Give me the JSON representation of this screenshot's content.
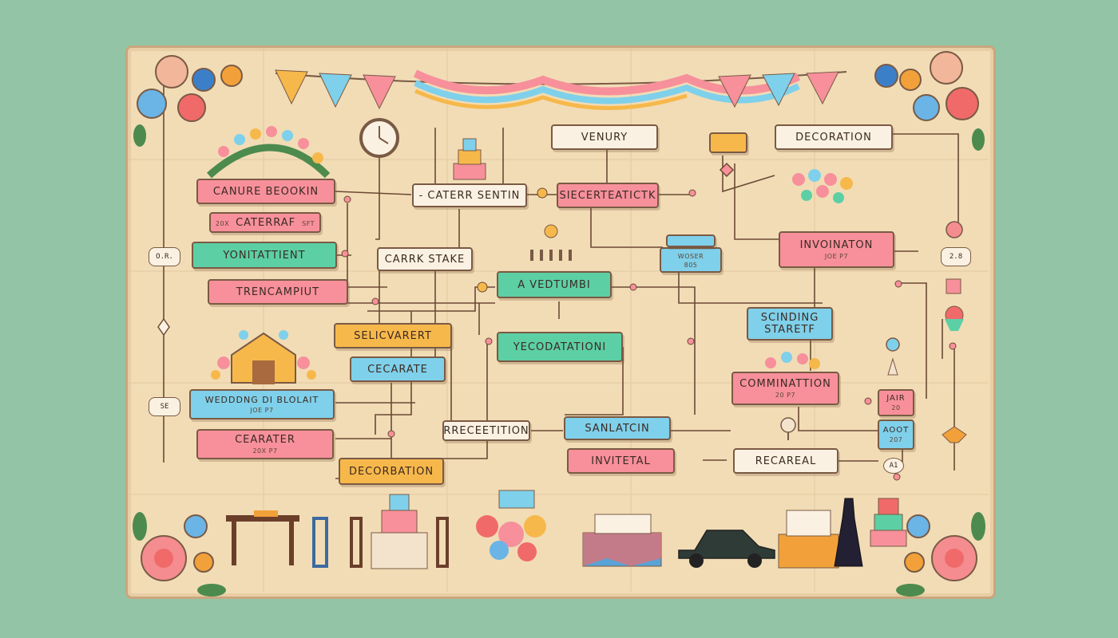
{
  "nodes": {
    "venue_top": {
      "label": "VENURY"
    },
    "decoration_top": {
      "label": "DECORATION"
    },
    "canure": {
      "label": "CANURE BEOOKIN"
    },
    "caterraf": {
      "label": "CATERRAF",
      "prefix": "20X",
      "suffix": "SFT"
    },
    "yonitatient": {
      "label": "YONITATTIENT"
    },
    "trencampiut": {
      "label": "TRENCAMPIUT"
    },
    "caterr_sentin": {
      "label": "- CATERR SENTIN"
    },
    "siecerteatickt": {
      "label": "SIECERTEATICTK"
    },
    "invoinaton": {
      "label": "INVOINATON",
      "sub": "JOE P7"
    },
    "carrk_stake": {
      "label": "CARRK STAKE"
    },
    "small_blue": {
      "label": "WOSER",
      "sub": "805"
    },
    "vedtumbi": {
      "label": "A VEDTUMBI"
    },
    "scinding": {
      "label": "SCINDING",
      "label2": "STARETF"
    },
    "selicvarert": {
      "label": "SELICVARERT"
    },
    "yecodatation": {
      "label": "YECODATATIONI"
    },
    "cecarate": {
      "label": "CECARATE"
    },
    "commination": {
      "label": "COMMINATTION",
      "sub": "20 P7"
    },
    "wedding": {
      "label": "WEDDDNG DI BLOLAIT",
      "sub": "JOE P7"
    },
    "jair": {
      "label": "JAIR",
      "sub": "20"
    },
    "caarater": {
      "label": "CEARATER",
      "sub": "20X P7"
    },
    "receetition": {
      "label": "RRECEETITION"
    },
    "sanlatcin": {
      "label": "SANLATCIN"
    },
    "aoot": {
      "label": "AOOT",
      "sub": "207"
    },
    "invitetal": {
      "label": "INVITETAL"
    },
    "recareal": {
      "label": "RECAREAL"
    },
    "decoration_bottom": {
      "label": "DECORBATION"
    }
  },
  "chips": {
    "left_top": "O.R.",
    "left_bottom": "SE",
    "right": "2.8",
    "a1": "A1"
  },
  "colors": {
    "pink": "#f7909b",
    "teal": "#5ccfa5",
    "blue": "#7fd0ea",
    "orange": "#f7b84b",
    "cream": "#fbf1e2",
    "board": "#f1dcb6",
    "background": "#93c4a6"
  }
}
